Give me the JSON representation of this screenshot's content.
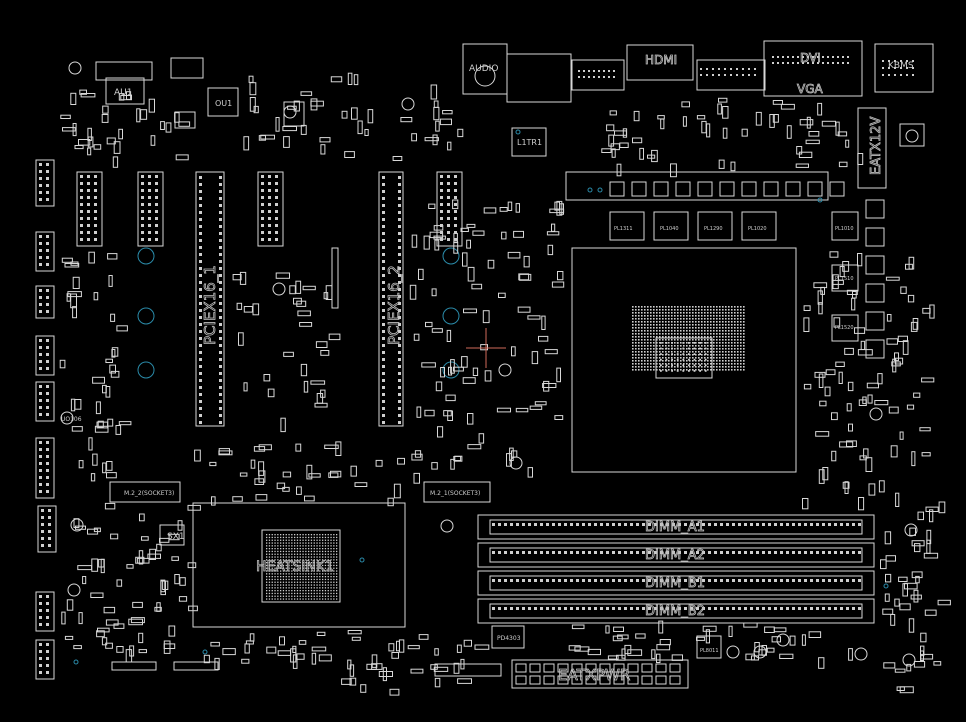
{
  "labels": {
    "au1": "AU1",
    "ou1": "OU1",
    "audio": "AUDIO",
    "hdmi": "HDMI",
    "vga": "VGA",
    "dvi": "DVI",
    "kbms": "KBMS",
    "l1tr1": "L1TR1",
    "eatx12v": "EATX12V",
    "pciex16_1": "PCIEX16_1",
    "pciex16_2": "PCIEX16_2",
    "m2_2": "M.2_2(SOCKET3)",
    "m2_1": "M.2_1(SOCKET3)",
    "heatsink": "HEATSINK1",
    "sx1": "SX1",
    "dimm_a1": "DIMM_A1",
    "dimm_a2": "DIMM_A2",
    "dimm_b1": "DIMM_B1",
    "dimm_b2": "DIMM_B2",
    "eatxpwr": "EATXPWR",
    "pl1311": "PL1311",
    "pl1040": "PL1040",
    "pl1290": "PL1290",
    "pl1020": "PL1020",
    "pl1010": "PL1010",
    "pl1510": "PL1510",
    "pl1520": "PL1520",
    "pl8011": "PL8011",
    "pd4303": "PD4303",
    "uo106": "UO106"
  },
  "colors": {
    "background": "#000000",
    "outline": "#d8d8d8",
    "cursor": "#d06a5a",
    "via": "#2a8aa8"
  }
}
